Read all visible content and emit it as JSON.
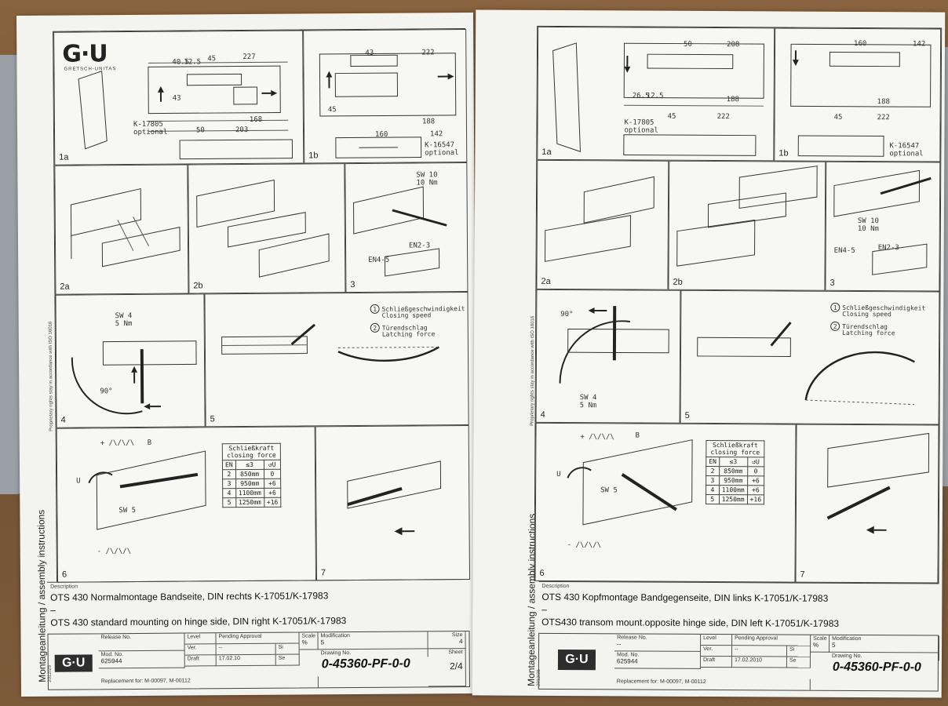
{
  "brand": {
    "logo": "G·U",
    "subtitle": "GRETSCH-UNITAS"
  },
  "left": {
    "side_title": "Montageanleitung / assembly instructions",
    "side_year": "2012/25",
    "proprietary": "Proprietary rights stay in accordance with ISO 16016",
    "panels": {
      "p1a": {
        "label": "1a",
        "dims": [
          "45",
          "227",
          "40.5",
          "12.5",
          "43",
          "168",
          "50",
          "203"
        ],
        "note": "K-17805",
        "note2": "optional"
      },
      "p1b": {
        "label": "1b",
        "dims": [
          "43",
          "222",
          "45",
          "160",
          "188",
          "142"
        ],
        "note": "K-16547",
        "note2": "optional"
      },
      "p2a": {
        "label": "2a"
      },
      "p2b": {
        "label": "2b"
      },
      "p3": {
        "label": "3",
        "sw": "SW 10",
        "nm": "10 Nm",
        "en1": "EN4-5",
        "en2": "EN2-3"
      },
      "p4": {
        "label": "4",
        "sw": "SW 4",
        "nm": "5 Nm",
        "angle": "90°"
      },
      "p5": {
        "label": "5",
        "legend1": "Schließgeschwindigkeit",
        "legend1b": "Closing speed",
        "legend2": "Türendschlag",
        "legend2b": "Latching force"
      },
      "p6": {
        "label": "6",
        "plus": "+ /\\/\\/\\",
        "minus": "- /\\/\\/\\",
        "b": "B",
        "u": "U",
        "sw": "SW 5"
      },
      "p7": {
        "label": "7"
      }
    },
    "force_table": {
      "title1": "Schließkraft",
      "title2": "closing force",
      "headers": [
        "EN",
        "≤3",
        "↺U"
      ],
      "rows": [
        [
          "2",
          "850mm",
          "0"
        ],
        [
          "3",
          "950mm",
          "+6"
        ],
        [
          "4",
          "1100mm",
          "+6"
        ],
        [
          "5",
          "1250mm",
          "+16"
        ]
      ]
    },
    "description": {
      "label": "Description",
      "line1": "OTS 430 Normalmontage Bandseite, DIN rechts K-17051/K-17983",
      "dash": "–",
      "line2": "OTS 430 standard mounting on hinge side, DIN right K-17051/K-17983"
    },
    "titleblock": {
      "release_label": "Release No.",
      "level_label": "Level",
      "pending_label": "Pending Approval",
      "scale_label": "Scale",
      "mod_label": "Modification",
      "size_label": "Size",
      "size_val": "4",
      "ver_label": "Ver.",
      "ver_val": "--",
      "si": "Si",
      "scale_val": "%",
      "mod_val": "5",
      "modno_label": "Mod. No.",
      "modno_val": "625944",
      "draft_label": "Draft",
      "draft_val": "17.02.10",
      "se": "Se",
      "drawing_label": "Drawing No.",
      "drawing_no": "0-45360-PF-0-0",
      "sheet_label": "Sheet",
      "sheet_val": "2/4",
      "replacement": "Replacement for: M-00097, M-00112",
      "logo": "G·U"
    }
  },
  "right": {
    "side_title": "Montageanleitung / assembly instructions",
    "side_year": "2012/25",
    "proprietary": "Proprietary rights stay in accordance with ISO 16016",
    "panels": {
      "p1a": {
        "label": "1a",
        "dims": [
          "50",
          "208",
          "45",
          "222",
          "188",
          "26.5",
          "12.5"
        ],
        "note": "K-17805",
        "note2": "optional"
      },
      "p1b": {
        "label": "1b",
        "dims": [
          "160",
          "142",
          "45",
          "222",
          "188"
        ],
        "note": "K-16547",
        "note2": "optional"
      },
      "p2a": {
        "label": "2a"
      },
      "p2b": {
        "label": "2b"
      },
      "p3": {
        "label": "3",
        "sw": "SW 10",
        "nm": "10 Nm",
        "en1": "EN4-5",
        "en2": "EN2-3"
      },
      "p4": {
        "label": "4",
        "sw": "SW 4",
        "nm": "5 Nm",
        "angle": "90°"
      },
      "p5": {
        "label": "5",
        "legend1": "Schließgeschwindigkeit",
        "legend1b": "Closing speed",
        "legend2": "Türendschlag",
        "legend2b": "Latching force"
      },
      "p6": {
        "label": "6",
        "plus": "+ /\\/\\/\\",
        "minus": "- /\\/\\/\\",
        "b": "B",
        "u": "U",
        "sw": "SW 5"
      },
      "p7": {
        "label": "7"
      }
    },
    "force_table": {
      "title1": "Schließkraft",
      "title2": "closing force",
      "headers": [
        "EN",
        "≤3",
        "↺U"
      ],
      "rows": [
        [
          "2",
          "850mm",
          "0"
        ],
        [
          "3",
          "950mm",
          "+6"
        ],
        [
          "4",
          "1100mm",
          "+6"
        ],
        [
          "5",
          "1250mm",
          "+16"
        ]
      ]
    },
    "description": {
      "label": "Description",
      "line1": "OTS 430 Kopfmontage Bandgegenseite, DIN links K-17051/K-17983",
      "dash": "–",
      "line2": "OTS430 transom mount.opposite hinge side, DIN left K-17051/K-17983"
    },
    "titleblock": {
      "release_label": "Release No.",
      "release_val": "--",
      "level_label": "Level",
      "pending_label": "Pending Approval",
      "scale_label": "Scale",
      "mod_label": "Modification",
      "ver_label": "Ver.",
      "ver_val": "--",
      "si": "Si",
      "scale_val": "%",
      "mod_val": "5",
      "modno_label": "Mod. No.",
      "modno_val": "625944",
      "draft_label": "Draft",
      "draft_val": "17.02.2010",
      "se": "Se",
      "drawing_label": "Drawing No.",
      "drawing_no": "0-45360-PF-0-0",
      "replacement": "Replacement for: M-00097, M-00112",
      "logo": "G·U"
    }
  }
}
